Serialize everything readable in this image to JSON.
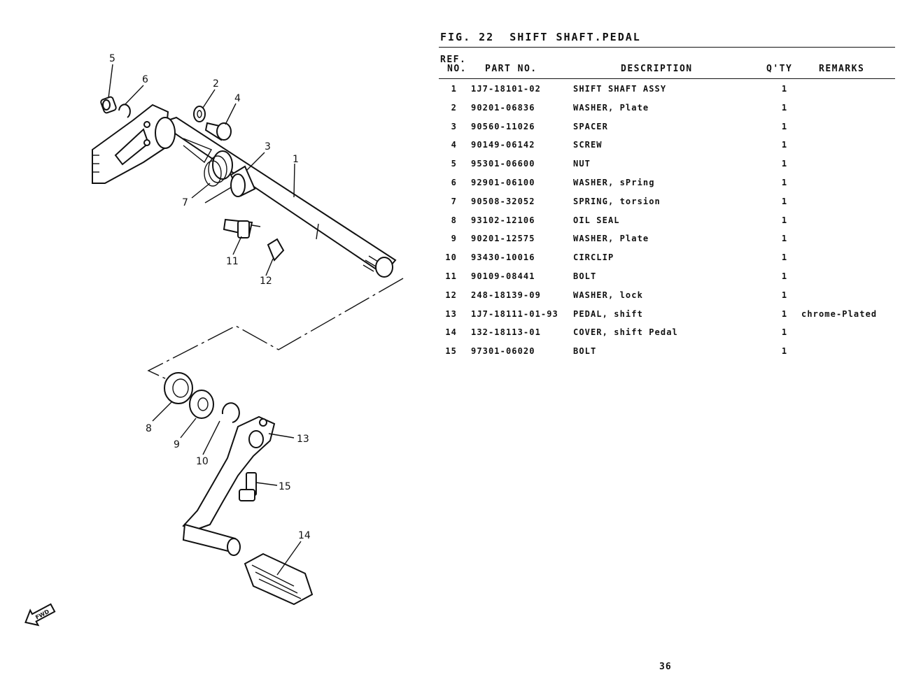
{
  "figure": {
    "title": "FIG. 22  SHIFT SHAFT.PEDAL",
    "fwd_mark": "FWD"
  },
  "table": {
    "headers": {
      "ref_line1": "REF.",
      "ref_line2": "NO.",
      "part_no": "PART NO.",
      "description": "DESCRIPTION",
      "qty": "Q'TY",
      "remarks": "REMARKS"
    },
    "rows": [
      {
        "no": "1",
        "part": "1J7-18101-02",
        "desc": "SHIFT SHAFT ASSY",
        "qty": "1",
        "remarks": ""
      },
      {
        "no": "2",
        "part": "90201-06836",
        "desc": "WASHER, Plate",
        "qty": "1",
        "remarks": ""
      },
      {
        "no": "3",
        "part": "90560-11026",
        "desc": "SPACER",
        "qty": "1",
        "remarks": ""
      },
      {
        "no": "4",
        "part": "90149-06142",
        "desc": "SCREW",
        "qty": "1",
        "remarks": ""
      },
      {
        "no": "5",
        "part": "95301-06600",
        "desc": "NUT",
        "qty": "1",
        "remarks": ""
      },
      {
        "no": "6",
        "part": "92901-06100",
        "desc": "WASHER, sPring",
        "qty": "1",
        "remarks": ""
      },
      {
        "no": "7",
        "part": "90508-32052",
        "desc": "SPRING, torsion",
        "qty": "1",
        "remarks": ""
      },
      {
        "no": "8",
        "part": "93102-12106",
        "desc": "OIL SEAL",
        "qty": "1",
        "remarks": ""
      },
      {
        "no": "9",
        "part": "90201-12575",
        "desc": "WASHER, Plate",
        "qty": "1",
        "remarks": ""
      },
      {
        "no": "10",
        "part": "93430-10016",
        "desc": "CIRCLIP",
        "qty": "1",
        "remarks": ""
      },
      {
        "no": "11",
        "part": "90109-08441",
        "desc": "BOLT",
        "qty": "1",
        "remarks": ""
      },
      {
        "no": "12",
        "part": "248-18139-09",
        "desc": "WASHER, lock",
        "qty": "1",
        "remarks": ""
      },
      {
        "no": "13",
        "part": "1J7-18111-01-93",
        "desc": "PEDAL, shift",
        "qty": "1",
        "remarks": "chrome-Plated"
      },
      {
        "no": "14",
        "part": "132-18113-01",
        "desc": "COVER, shift Pedal",
        "qty": "1",
        "remarks": ""
      },
      {
        "no": "15",
        "part": "97301-06020",
        "desc": "BOLT",
        "qty": "1",
        "remarks": ""
      }
    ]
  },
  "diagram": {
    "callouts": [
      {
        "id": "5",
        "text": "5"
      },
      {
        "id": "6",
        "text": "6"
      },
      {
        "id": "2",
        "text": "2"
      },
      {
        "id": "4",
        "text": "4"
      },
      {
        "id": "3",
        "text": "3"
      },
      {
        "id": "1",
        "text": "1"
      },
      {
        "id": "7",
        "text": "7"
      },
      {
        "id": "11",
        "text": "11"
      },
      {
        "id": "12",
        "text": "12"
      },
      {
        "id": "8",
        "text": "8"
      },
      {
        "id": "9",
        "text": "9"
      },
      {
        "id": "10",
        "text": "10"
      },
      {
        "id": "13",
        "text": "13"
      },
      {
        "id": "15",
        "text": "15"
      },
      {
        "id": "14",
        "text": "14"
      }
    ]
  },
  "page": {
    "number": "36"
  }
}
